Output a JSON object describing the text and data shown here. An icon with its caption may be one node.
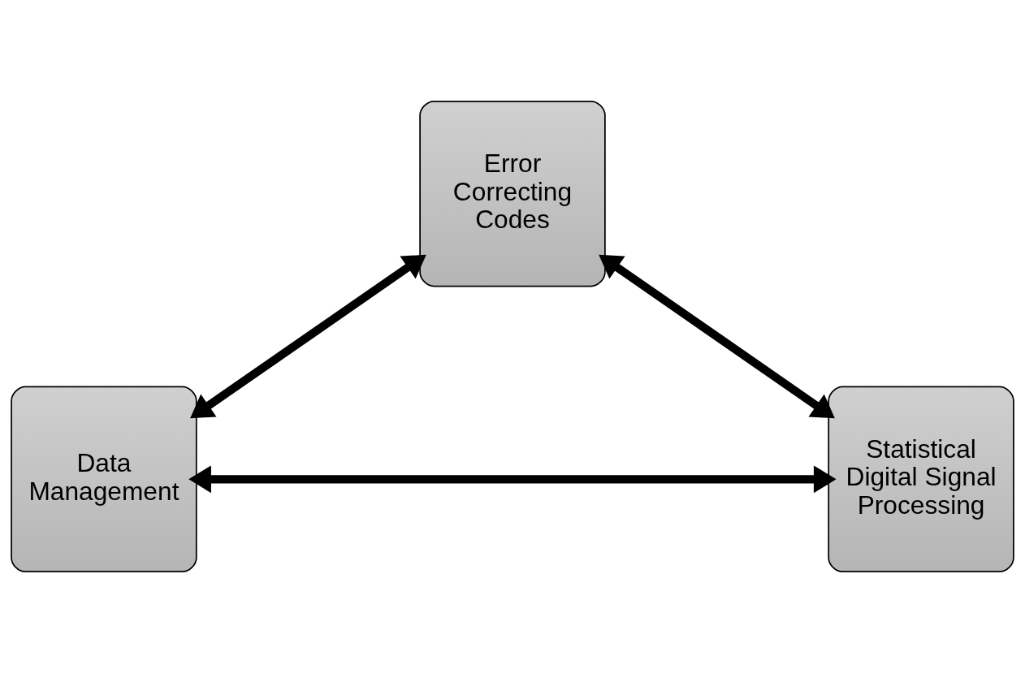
{
  "diagram": {
    "nodes": [
      {
        "text": [
          "Error Correcting Codes"
        ]
      },
      {
        "text": [
          "Data Management"
        ]
      },
      {
        "text": [
          "Statistical Digital Signal Processing"
        ]
      }
    ],
    "edges": [
      {
        "from": 0,
        "to": 1,
        "arrow": "both"
      },
      {
        "from": 0,
        "to": 2,
        "arrow": "both"
      },
      {
        "from": 1,
        "to": 2,
        "arrow": "both"
      }
    ]
  }
}
